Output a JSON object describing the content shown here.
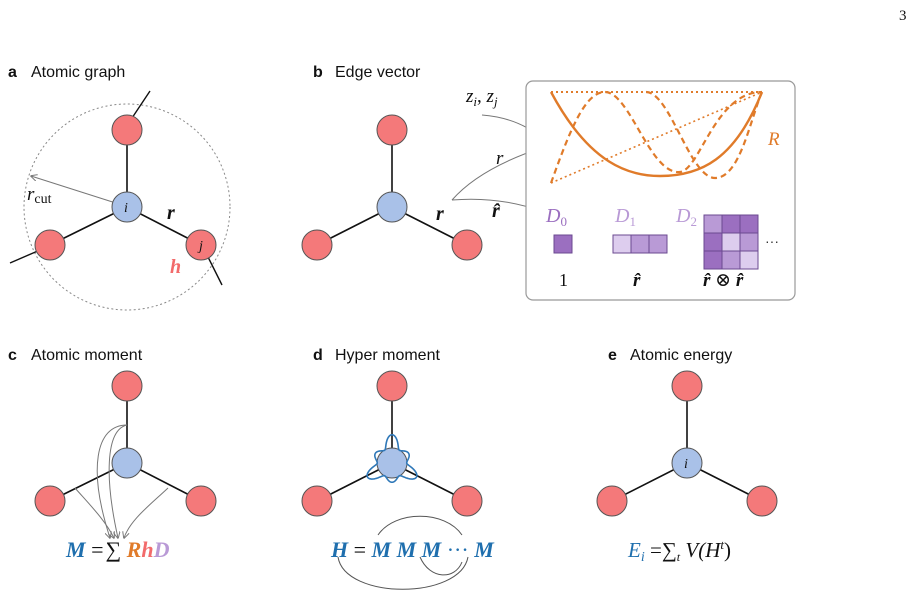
{
  "page_number": "3",
  "colors": {
    "node_red": "#f4797a",
    "node_blue": "#a9c1e8",
    "orange": "#e07b2a",
    "purple_dark": "#9b6fc0",
    "purple_mid": "#b99ad6",
    "purple_light": "#ddcdee",
    "blue_text": "#1f6fae",
    "red_text": "#f26b6b",
    "edge": "#111111",
    "arrow": "#777777"
  },
  "panel_a": {
    "letter": "a",
    "title": "Atomic graph",
    "node_i": "i",
    "node_j": "j",
    "r_label": "r",
    "h_label": "h",
    "rcut_main": "r",
    "rcut_sub": "cut"
  },
  "panel_b": {
    "letter": "b",
    "title": "Edge vector",
    "edge_label": "r",
    "z_label_1": "z",
    "z_sub_1": "i",
    "z_sep": ", ",
    "z_label_2": "z",
    "z_sub_2": "j",
    "r_arrow_label": "r",
    "rhat_label": "r̂",
    "radial_label": "R",
    "d0": "D",
    "d0_sub": "0",
    "d1": "D",
    "d1_sub": "1",
    "d2": "D",
    "d2_sub": "2",
    "ellipsis": "···",
    "cap_one": "1",
    "cap_rhat": "r̂",
    "cap_outer_a": "r̂",
    "cap_otimes": " ⊗ ",
    "cap_outer_b": "r̂"
  },
  "panel_c": {
    "letter": "c",
    "title": "Atomic moment",
    "eq_M": "M",
    "eq_eq": " =",
    "eq_sum": "∑ ",
    "eq_R": "R",
    "eq_h": "h",
    "eq_D": "D"
  },
  "panel_d": {
    "letter": "d",
    "title": "Hyper moment",
    "eq_H": "H",
    "eq_eq": " = ",
    "eq_terms": "M M M",
    "eq_dots": " ··· ",
    "eq_last": "M"
  },
  "panel_e": {
    "letter": "e",
    "title": "Atomic energy",
    "node_i": "i",
    "eq_E": "E",
    "eq_E_sub": "i",
    "eq_eq": " =",
    "eq_sum": "∑",
    "eq_sum_sub": "t",
    "eq_V": " V(H",
    "eq_sup": "t",
    "eq_close": ")"
  }
}
